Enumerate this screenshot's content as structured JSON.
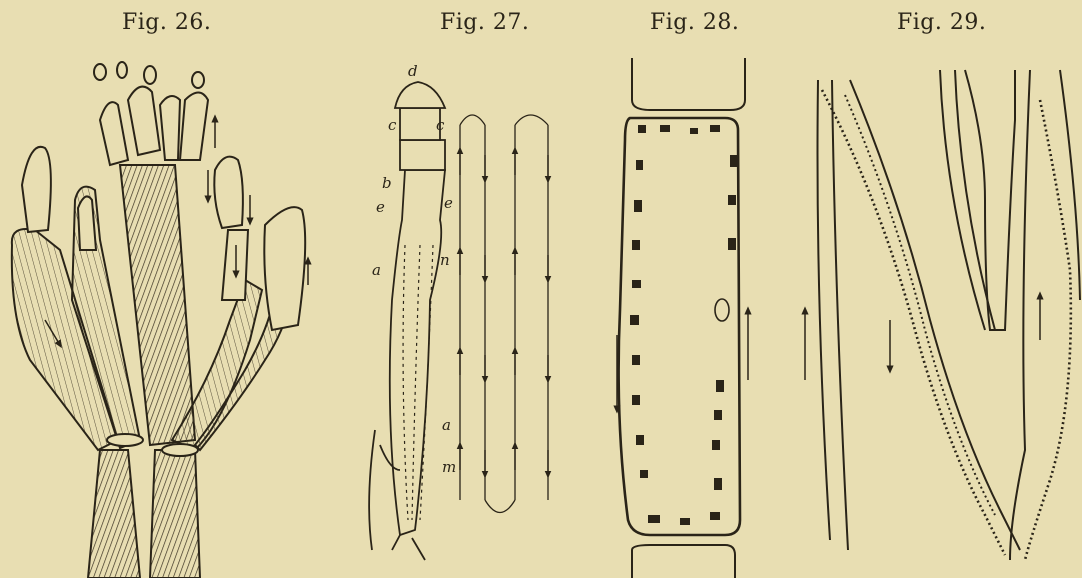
{
  "figures": {
    "fig26": {
      "caption": "Fig. 26."
    },
    "fig27": {
      "caption": "Fig. 27.",
      "labels": {
        "d": "d",
        "c1": "c",
        "c2": "c",
        "b": "b",
        "e1": "e",
        "e2": "e",
        "a1": "a",
        "n": "n",
        "a2": "a",
        "m": "m"
      }
    },
    "fig28": {
      "caption": "Fig. 28."
    },
    "fig29": {
      "caption": "Fig. 29."
    }
  },
  "colors": {
    "paper": "#e8deb2",
    "ink": "#2a2418",
    "shade": "#8a7f64"
  }
}
